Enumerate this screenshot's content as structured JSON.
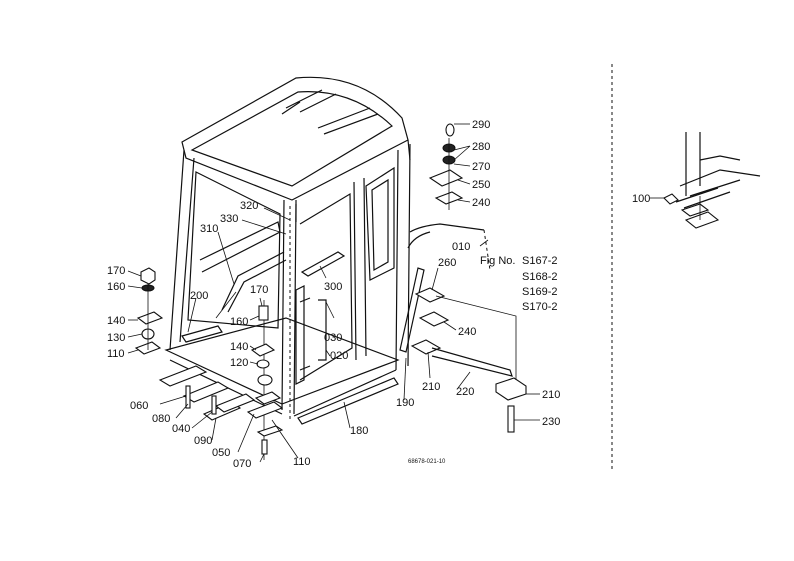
{
  "labels": {
    "l010": "010",
    "l020": "020",
    "l030": "030",
    "l040": "040",
    "l050": "050",
    "l060": "060",
    "l070": "070",
    "l080": "080",
    "l090": "090",
    "l100": "100",
    "l110a": "110",
    "l110b": "110",
    "l120": "120",
    "l130": "130",
    "l140a": "140",
    "l140b": "140",
    "l160a": "160",
    "l160b": "160",
    "l170a": "170",
    "l170b": "170",
    "l180": "180",
    "l190": "190",
    "l200": "200",
    "l210a": "210",
    "l210b": "210",
    "l220": "220",
    "l230": "230",
    "l240a": "240",
    "l240b": "240",
    "l250": "250",
    "l260": "260",
    "l270": "270",
    "l280": "280",
    "l290": "290",
    "l300": "300",
    "l310": "310",
    "l320": "320",
    "l330": "330"
  },
  "fig_refs": {
    "title": "Fig No.",
    "items": [
      "S167-2",
      "S168-2",
      "S169-2",
      "S170-2"
    ]
  },
  "drawing_code": "68678-021-10"
}
